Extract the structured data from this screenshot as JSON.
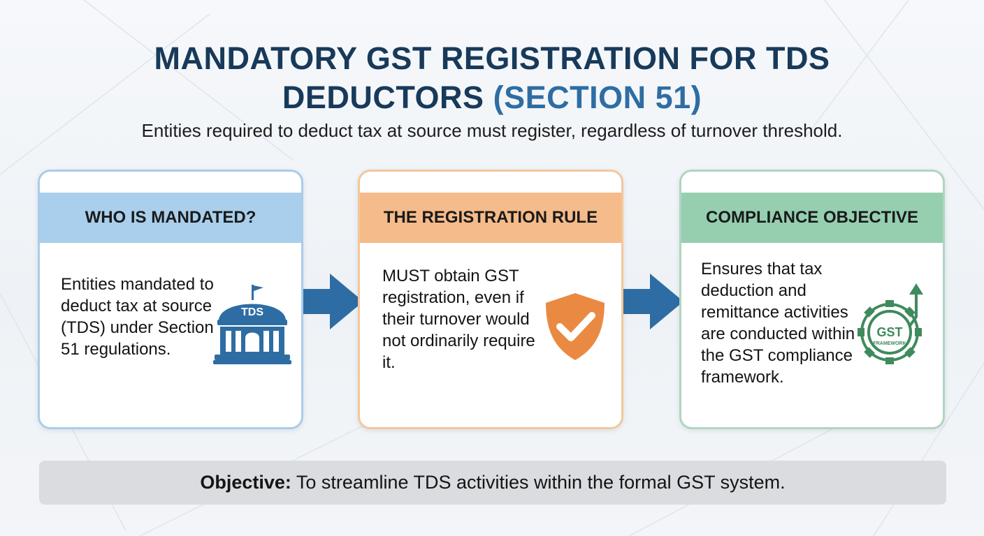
{
  "header": {
    "title_main": "MANDATORY GST REGISTRATION FOR TDS DEDUCTORS",
    "title_accent": "(SECTION 51)",
    "subtitle": "Entities required to deduct tax at source must register, regardless of turnover threshold."
  },
  "cards": [
    {
      "title": "WHO IS MANDATED?",
      "text": "Entities mandated to deduct tax at source (TDS) under Section 51 regulations.",
      "icon": "government-building-icon",
      "icon_label": "TDS",
      "color": "#a9cfec"
    },
    {
      "title": "THE REGISTRATION RULE",
      "text": "MUST obtain GST registration, even if their turnover would not ordinarily require it.",
      "icon": "shield-check-icon",
      "color": "#f6bb8a"
    },
    {
      "title": "COMPLIANCE OBJECTIVE",
      "text": "Ensures that tax deduction and remittance activities are conducted within the GST compliance framework.",
      "icon": "gear-arrow-icon",
      "icon_label": "GST",
      "icon_sublabel": "FRAMEWORK",
      "color": "#95cfb0"
    }
  ],
  "arrows": [
    "arrow-right-icon",
    "arrow-right-icon"
  ],
  "objective": {
    "label": "Objective:",
    "text": "To streamline TDS activities within the formal GST system."
  },
  "colors": {
    "title": "#183a5a",
    "accent": "#2e6da4",
    "arrow": "#2e6da4",
    "shield": "#ea8a42",
    "gear": "#3f8a5e"
  }
}
